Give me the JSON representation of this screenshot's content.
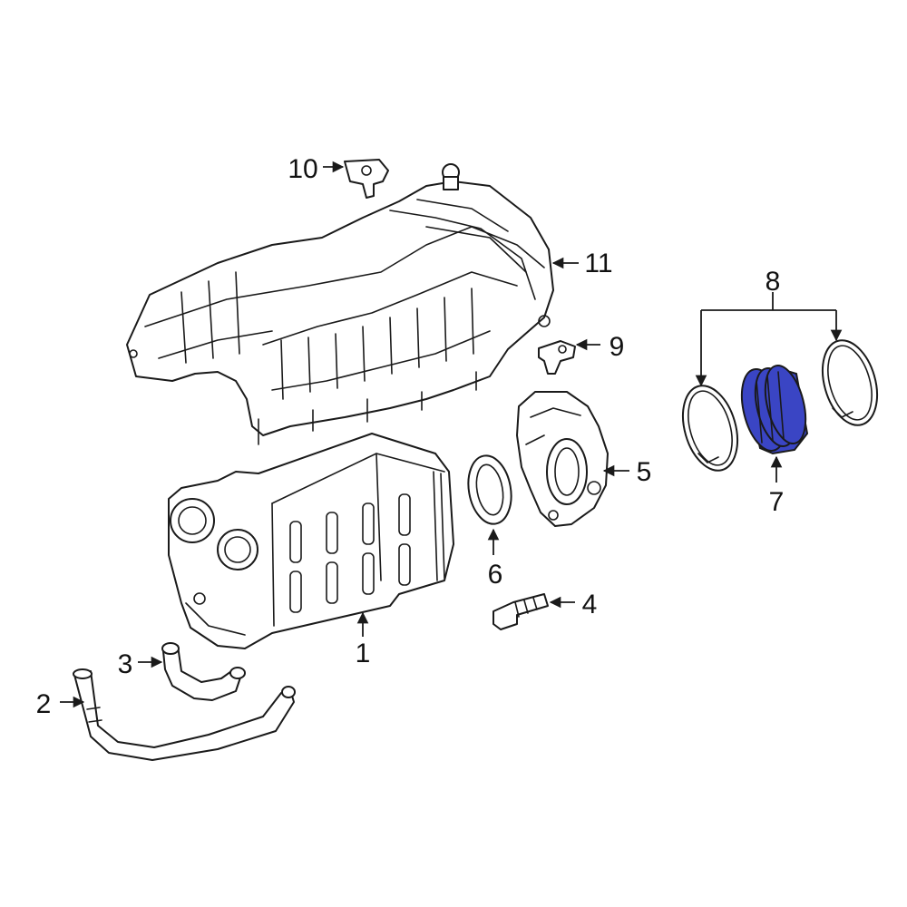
{
  "colors": {
    "line": "#1a1a1a",
    "background": "#ffffff",
    "highlight": "#3a45c4"
  },
  "highlighted_part": "7",
  "callouts": {
    "c1": "1",
    "c2": "2",
    "c3": "3",
    "c4": "4",
    "c5": "5",
    "c6": "6",
    "c7": "7",
    "c8": "8",
    "c9": "9",
    "c10": "10",
    "c11": "11"
  }
}
